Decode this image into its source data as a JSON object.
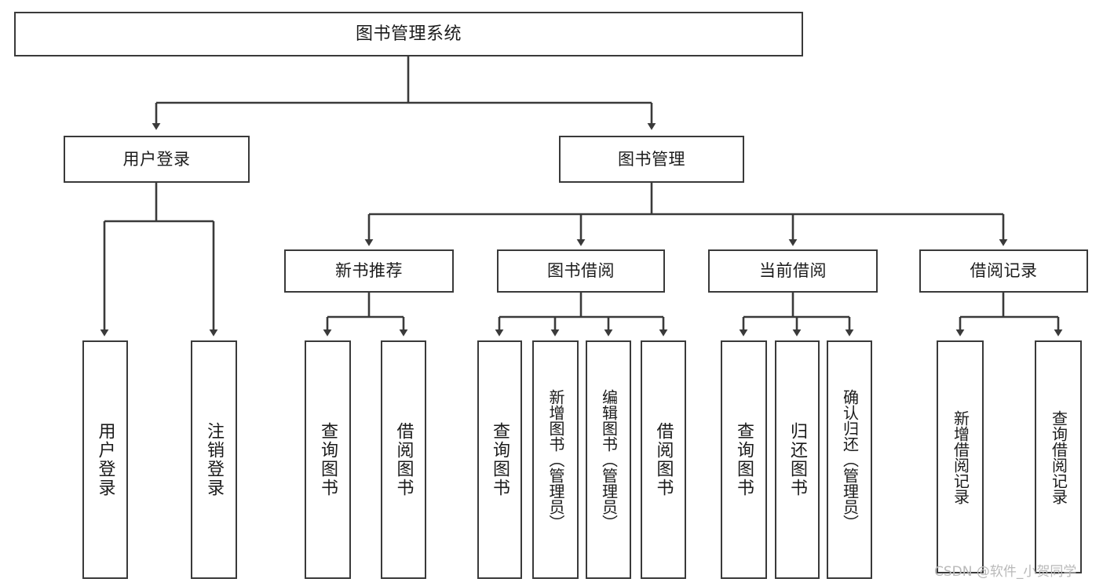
{
  "diagram": {
    "title": "图书管理系统",
    "type": "tree-hierarchy",
    "background_color": "#ffffff",
    "line_color": "#3a3a3a",
    "box_border_color": "#3a3a3a",
    "box_fill_color": "#ffffff",
    "text_color": "#1b1b1b"
  },
  "nodes": {
    "root": {
      "label": "图书管理系统"
    },
    "level1": [
      {
        "id": "user-login",
        "label": "用户登录"
      },
      {
        "id": "book-manage",
        "label": "图书管理"
      }
    ],
    "level2": [
      {
        "id": "new-book-recommend",
        "label": "新书推荐"
      },
      {
        "id": "book-borrow",
        "label": "图书借阅"
      },
      {
        "id": "current-borrow",
        "label": "当前借阅"
      },
      {
        "id": "borrow-record",
        "label": "借阅记录"
      }
    ],
    "leaves": [
      {
        "id": "leaf-user-login",
        "label": "用户登录",
        "parent": "user-login"
      },
      {
        "id": "leaf-logout-login",
        "label": "注销登录",
        "parent": "user-login"
      },
      {
        "id": "leaf-query-book-1",
        "label": "查询图书",
        "parent": "new-book-recommend"
      },
      {
        "id": "leaf-borrow-book-1",
        "label": "借阅图书",
        "parent": "new-book-recommend"
      },
      {
        "id": "leaf-query-book-2",
        "label": "查询图书",
        "parent": "book-borrow"
      },
      {
        "id": "leaf-add-book",
        "label": "新增图书（管理员）",
        "parent": "book-borrow"
      },
      {
        "id": "leaf-edit-book",
        "label": "编辑图书（管理员）",
        "parent": "book-borrow"
      },
      {
        "id": "leaf-borrow-book-2",
        "label": "借阅图书",
        "parent": "book-borrow"
      },
      {
        "id": "leaf-query-book-3",
        "label": "查询图书",
        "parent": "current-borrow"
      },
      {
        "id": "leaf-return-book",
        "label": "归还图书",
        "parent": "current-borrow"
      },
      {
        "id": "leaf-confirm-return",
        "label": "确认归还（管理员）",
        "parent": "current-borrow"
      },
      {
        "id": "leaf-add-record",
        "label": "新增借阅记录",
        "parent": "borrow-record"
      },
      {
        "id": "leaf-query-record",
        "label": "查询借阅记录",
        "parent": "borrow-record"
      }
    ]
  },
  "watermark": {
    "text": "CSDN @软件_小贺同学"
  }
}
